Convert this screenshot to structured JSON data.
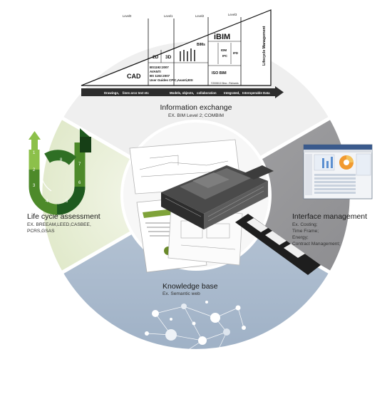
{
  "colors": {
    "top_segment": "#efefef",
    "left_segment": "#e9efd8",
    "right_segment": "#9a9a9c",
    "bottom_segment": "#a9b9cd",
    "center_disc": "#f7f7f7",
    "bim_triangle_fill": "#ffffff",
    "lifecycle_dark": "#1f5a1f",
    "lifecycle_mid": "#4d8a2a",
    "lifecycle_light": "#8cc04a"
  },
  "segments": {
    "top": {
      "title": "Information exchange",
      "subtitle": "EX. BIM Level 2; COMBIM"
    },
    "left": {
      "title": "Life cycle assessment",
      "lines": [
        "EX. BREEAM,LEED,CASBEE,",
        "PCRS,GSAS"
      ]
    },
    "right": {
      "title": "Interface management",
      "lines": [
        "Ex. Costing;",
        "Time Frame;",
        "Energy;",
        "Contract Management;"
      ]
    },
    "bottom": {
      "title": "Knowledge base",
      "subtitle": "Ex. Semantic web"
    }
  },
  "bim_maturity": {
    "levels": [
      "Level0",
      "Level1",
      "Level2",
      "Level3"
    ],
    "cells": {
      "cad": "CAD",
      "two_d": "2D",
      "three_d": "3D",
      "bims": "BIMs",
      "ibim": "iBIM",
      "iso_bim": "ISO BIM",
      "idm": "IDM",
      "ifc": "IFC",
      "ifd": "IFD",
      "side": "Lifecycle Management"
    },
    "standards": [
      "BS1192:2007",
      "AVANTI",
      "BS 1192:2007",
      "User Guides CPIC,Avanti,BSI"
    ],
    "credit": "©2008/10 Bew - Richards",
    "axis_items": [
      "Drawings,",
      "lines arcs text etc",
      "Models, objects,",
      "collaboration",
      "Integrated,",
      "Interoperable Data"
    ]
  },
  "lifecycle_numbers": [
    "1",
    "2",
    "3",
    "4",
    "5",
    "6",
    "7",
    "8"
  ]
}
